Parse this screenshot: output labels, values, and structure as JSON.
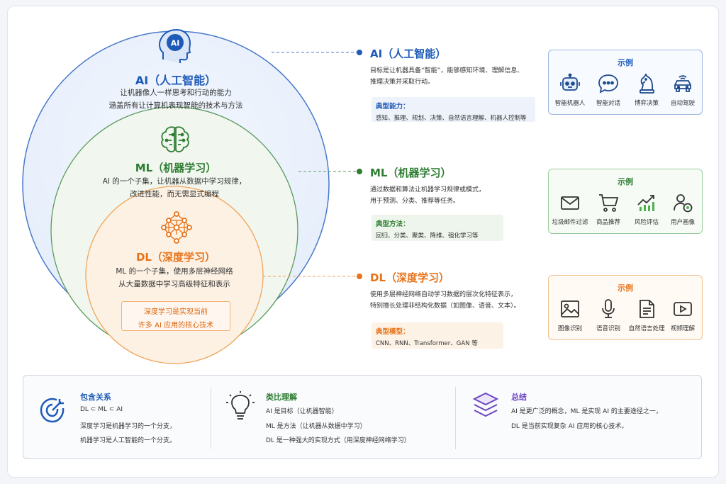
{
  "colors": {
    "ai": "#1e5bb8",
    "ml": "#2e7d32",
    "dl": "#e6731a",
    "purple": "#6b46c1"
  },
  "left": {
    "ai": {
      "badge": "AI",
      "title": "AI（人工智能）",
      "desc1": "让机器像人一样思考和行动的能力",
      "desc2": "涵盖所有让计算机表现智能的技术与方法",
      "icon": "ai-head-icon"
    },
    "ml": {
      "title": "ML（机器学习）",
      "desc1": "AI 的一个子集，让机器从数据中学习规律，",
      "desc2": "改进性能，而无需显式编程",
      "icon": "brain-circuit-icon"
    },
    "dl": {
      "title": "DL（深度学习）",
      "desc1": "ML 的一个子集，使用多层神经网络",
      "desc2": "从大量数据中学习高级特征和表示",
      "note1": "深度学习是实现当前",
      "note2": "许多 AI 应用的核心技术",
      "icon": "neural-network-icon"
    }
  },
  "sections": {
    "ai": {
      "title": "AI（人工智能）",
      "desc1": "目标是让机器具备“智能”，能够感知环境、理解信息、",
      "desc2": "推理决策并采取行动。",
      "cap_label": "典型能力：",
      "cap_text": "感知、推理、规划、决策、自然语言理解、机器人控制等"
    },
    "ml": {
      "title": "ML（机器学习）",
      "desc1": "通过数据和算法让机器学习规律或模式，",
      "desc2": "用于预测、分类、推荐等任务。",
      "cap_label": "典型方法：",
      "cap_text": "回归、分类、聚类、降维、强化学习等"
    },
    "dl": {
      "title": "DL（深度学习）",
      "desc1": "使用多层神经网络自动学习数据的层次化特征表示，",
      "desc2": "特别擅长处理非结构化数据（如图像、语音、文本）。",
      "cap_label": "典型模型：",
      "cap_text": "CNN、RNN、Transformer、GAN 等"
    }
  },
  "examples": {
    "ai": {
      "title": "示例",
      "items": [
        {
          "label": "智能机器人",
          "icon": "robot-icon"
        },
        {
          "label": "智能对话",
          "icon": "chat-icon"
        },
        {
          "label": "博弈决策",
          "icon": "chess-knight-icon"
        },
        {
          "label": "自动驾驶",
          "icon": "car-icon"
        }
      ]
    },
    "ml": {
      "title": "示例",
      "items": [
        {
          "label": "垃圾邮件过滤",
          "icon": "mail-icon"
        },
        {
          "label": "商品推荐",
          "icon": "cart-icon"
        },
        {
          "label": "风险评估",
          "icon": "chart-icon"
        },
        {
          "label": "用户画像",
          "icon": "user-target-icon"
        }
      ]
    },
    "dl": {
      "title": "示例",
      "items": [
        {
          "label": "图像识别",
          "icon": "image-icon"
        },
        {
          "label": "语音识别",
          "icon": "microphone-icon"
        },
        {
          "label": "自然语言处理",
          "icon": "document-icon"
        },
        {
          "label": "视频理解",
          "icon": "video-icon"
        }
      ]
    }
  },
  "bottom": {
    "inclusion": {
      "title": "包含关系",
      "line1": "DL ⊂ ML ⊂ AI",
      "line2": "深度学习是机器学习的一个分支，",
      "line3": "机器学习是人工智能的一个分支。",
      "icon": "target-icon"
    },
    "analogy": {
      "title": "类比理解",
      "line1": "AI 是目标（让机器智能）",
      "line2": "ML 是方法（让机器从数据中学习）",
      "line3": "DL 是一种强大的实现方式（用深度神经网络学习）",
      "icon": "lightbulb-icon"
    },
    "summary": {
      "title": "总结",
      "line1": "AI 是更广泛的概念，ML 是实现 AI 的主要途径之一，",
      "line2": "DL 是当前实现复杂 AI 应用的核心技术。",
      "icon": "layers-icon"
    }
  }
}
